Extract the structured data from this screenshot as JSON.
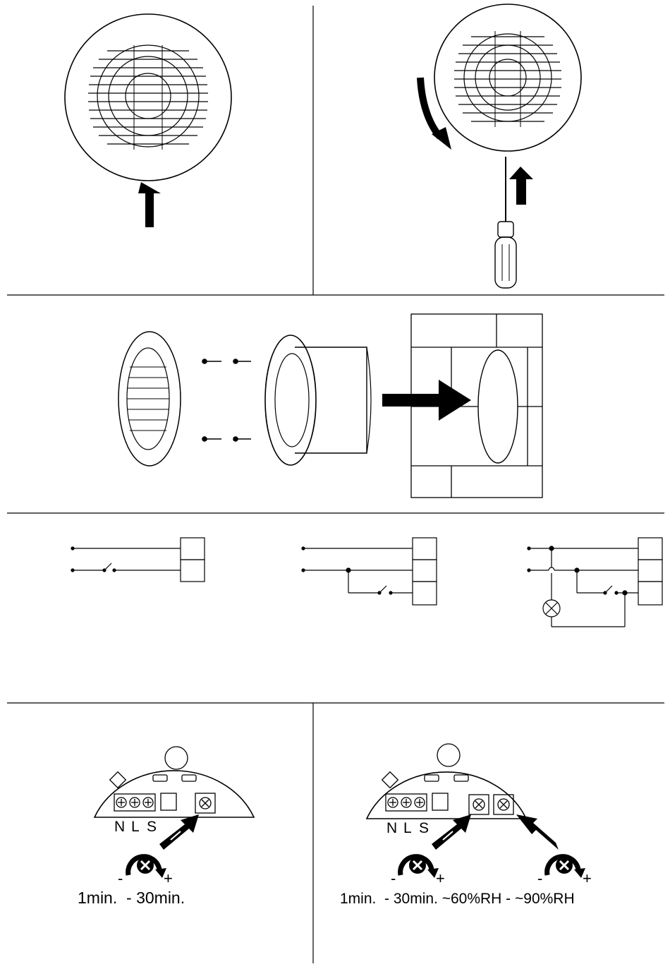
{
  "terminals": {
    "left": [
      "N",
      "L",
      "S"
    ],
    "right": [
      "N",
      "L",
      "S"
    ]
  },
  "timer_panel": {
    "minus": "-",
    "plus": "+",
    "range": "1min.  - 30min."
  },
  "humidity_panel": {
    "timer_minus": "-",
    "timer_plus": "+",
    "humidity_minus": "-",
    "humidity_plus": "+",
    "range": "1min.  - 30min. ~60%RH - ~90%RH"
  },
  "colors": {
    "ink": "#000000",
    "paper": "#ffffff"
  }
}
